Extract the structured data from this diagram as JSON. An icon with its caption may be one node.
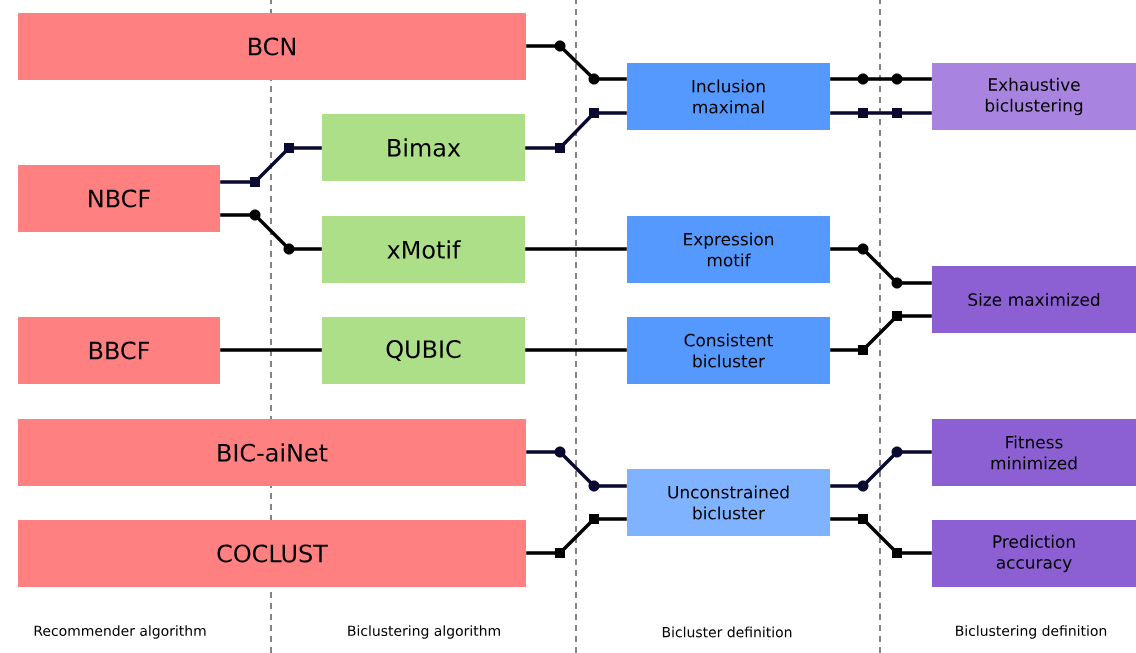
{
  "diagram": {
    "nodes": [
      {
        "text": [
          "BCN"
        ]
      },
      {
        "text": [
          "NBCF"
        ]
      },
      {
        "text": [
          "Bimax"
        ]
      },
      {
        "text": [
          "xMotif"
        ]
      },
      {
        "text": [
          "BBCF"
        ]
      },
      {
        "text": [
          "QUBIC"
        ]
      },
      {
        "text": [
          "BIC-aiNet"
        ]
      },
      {
        "text": [
          "COCLUST"
        ]
      },
      {
        "text": [
          "Inclusion maximal"
        ]
      },
      {
        "text": [
          "Expression motif"
        ]
      },
      {
        "text": [
          "Consistent bicluster"
        ]
      },
      {
        "text": [
          "Unconstrained bicluster"
        ]
      },
      {
        "text": [
          "Exhaustive biclustering"
        ]
      },
      {
        "text": [
          "Size maximized"
        ]
      },
      {
        "text": [
          "Fitness minimized"
        ]
      },
      {
        "text": [
          "Prediction accuracy"
        ]
      }
    ],
    "edges": [
      {
        "from": 0,
        "to": 8,
        "arrow": "none"
      },
      {
        "from": 2,
        "to": 8,
        "arrow": "none",
        "color": "#0a0a30"
      },
      {
        "from": 1,
        "to": 2,
        "arrow": "none",
        "color": "#0a0a30"
      },
      {
        "from": 1,
        "to": 3,
        "arrow": "none"
      },
      {
        "from": 3,
        "to": 9,
        "arrow": "none"
      },
      {
        "from": 4,
        "to": 5,
        "arrow": "none"
      },
      {
        "from": 5,
        "to": 10,
        "arrow": "none"
      },
      {
        "from": 8,
        "to": 12,
        "arrow": "none"
      },
      {
        "from": 8,
        "to": 12,
        "arrow": "none",
        "color": "#0a0a30"
      },
      {
        "from": 9,
        "to": 13,
        "arrow": "none"
      },
      {
        "from": 10,
        "to": 13,
        "arrow": "none"
      },
      {
        "from": 6,
        "to": 11,
        "arrow": "none",
        "color": "#0a0a30"
      },
      {
        "from": 7,
        "to": 11,
        "arrow": "none"
      },
      {
        "from": 11,
        "to": 14,
        "arrow": "none",
        "color": "#0a0a30"
      },
      {
        "from": 11,
        "to": 15,
        "arrow": "none"
      }
    ],
    "labels": [
      "Recommender algorithm",
      "Biclustering algorithm",
      "Bicluster definition",
      "Biclustering definition"
    ]
  }
}
